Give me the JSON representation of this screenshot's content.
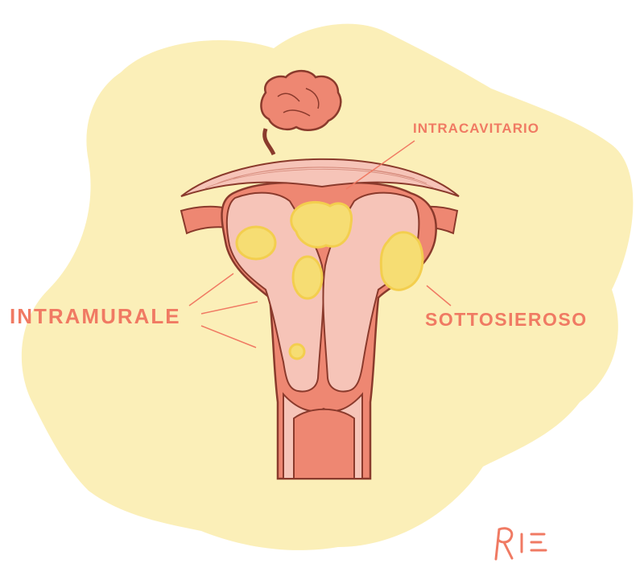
{
  "labels": {
    "intracavitario": "INTRACAVITARIO",
    "intramurale": "INTRAMURALE",
    "sottosieroso": "SOTTOSIEROSO"
  },
  "signature": "RIE",
  "colors": {
    "background_blob": "#fbefb8",
    "uterus_outer": "#ee8772",
    "uterus_wall": "#f6c4b8",
    "fibroid": "#f6dd73",
    "fibroid_ring": "#f3ce4e",
    "outline": "#8a3a2c",
    "label": "#f07a63"
  }
}
